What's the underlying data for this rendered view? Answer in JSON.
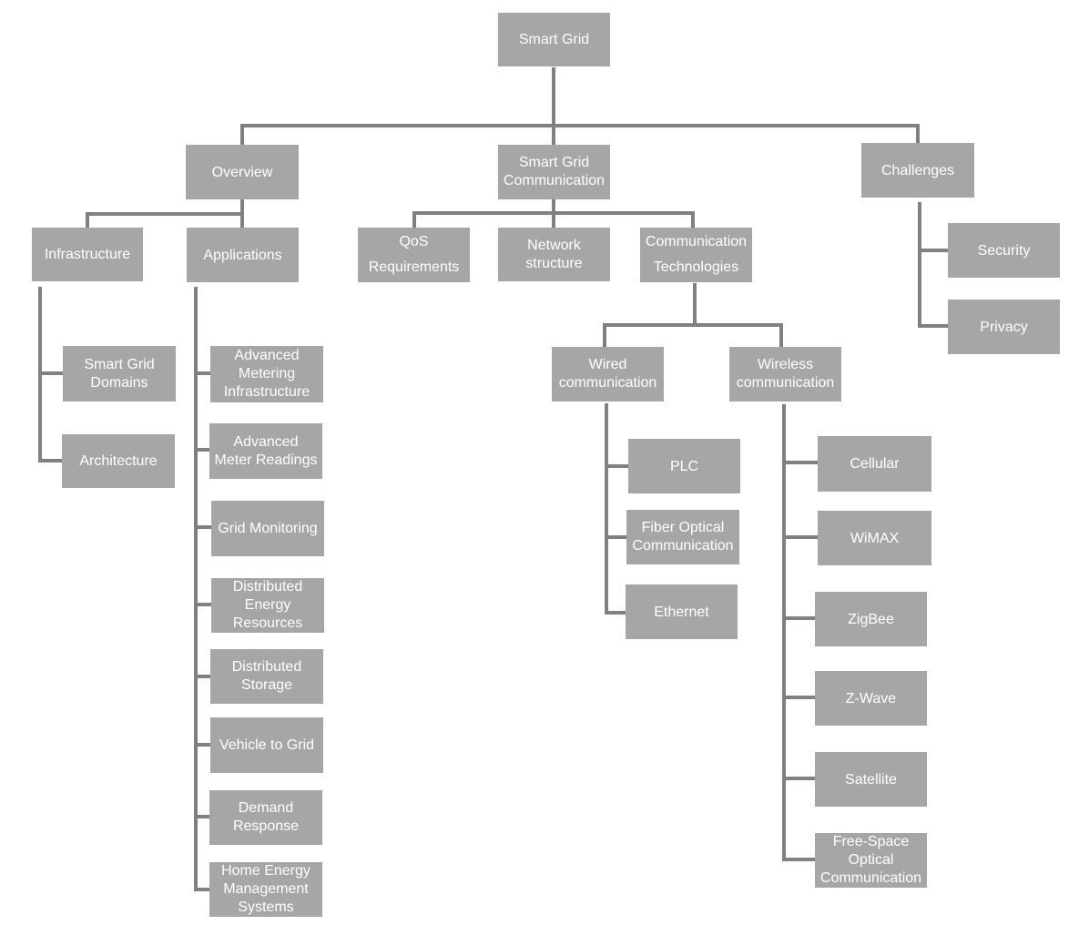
{
  "diagram": {
    "root": "Smart Grid",
    "overview": "Overview",
    "sg_communication": "Smart Grid\nCommunication",
    "challenges": "Challenges",
    "infrastructure": "Infrastructure",
    "applications": "Applications",
    "qos": "QoS\nRequirements",
    "network_structure": "Network\nstructure",
    "comm_technologies": "Communication\nTechnologies",
    "security": "Security",
    "privacy": "Privacy",
    "sg_domains": "Smart Grid\nDomains",
    "architecture": "Architecture",
    "ami": "Advanced\nMetering\nInfrastructure",
    "amr": "Advanced\nMeter Readings",
    "grid_monitoring": "Grid Monitoring",
    "der": "Distributed\nEnergy\nResources",
    "dist_storage": "Distributed\nStorage",
    "v2g": "Vehicle to Grid",
    "demand_response": "Demand\nResponse",
    "hems": "Home Energy\nManagement\nSystems",
    "wired": "Wired\ncommunication",
    "wireless": "Wireless\ncommunication",
    "plc": "PLC",
    "fiber": "Fiber Optical\nCommunication",
    "ethernet": "Ethernet",
    "cellular": "Cellular",
    "wimax": "WiMAX",
    "zigbee": "ZigBee",
    "zwave": "Z-Wave",
    "satellite": "Satellite",
    "fso": "Free-Space\nOptical\nCommunication"
  },
  "colors": {
    "box": "#a6a6a6",
    "line": "#808080",
    "text": "#ffffff"
  }
}
